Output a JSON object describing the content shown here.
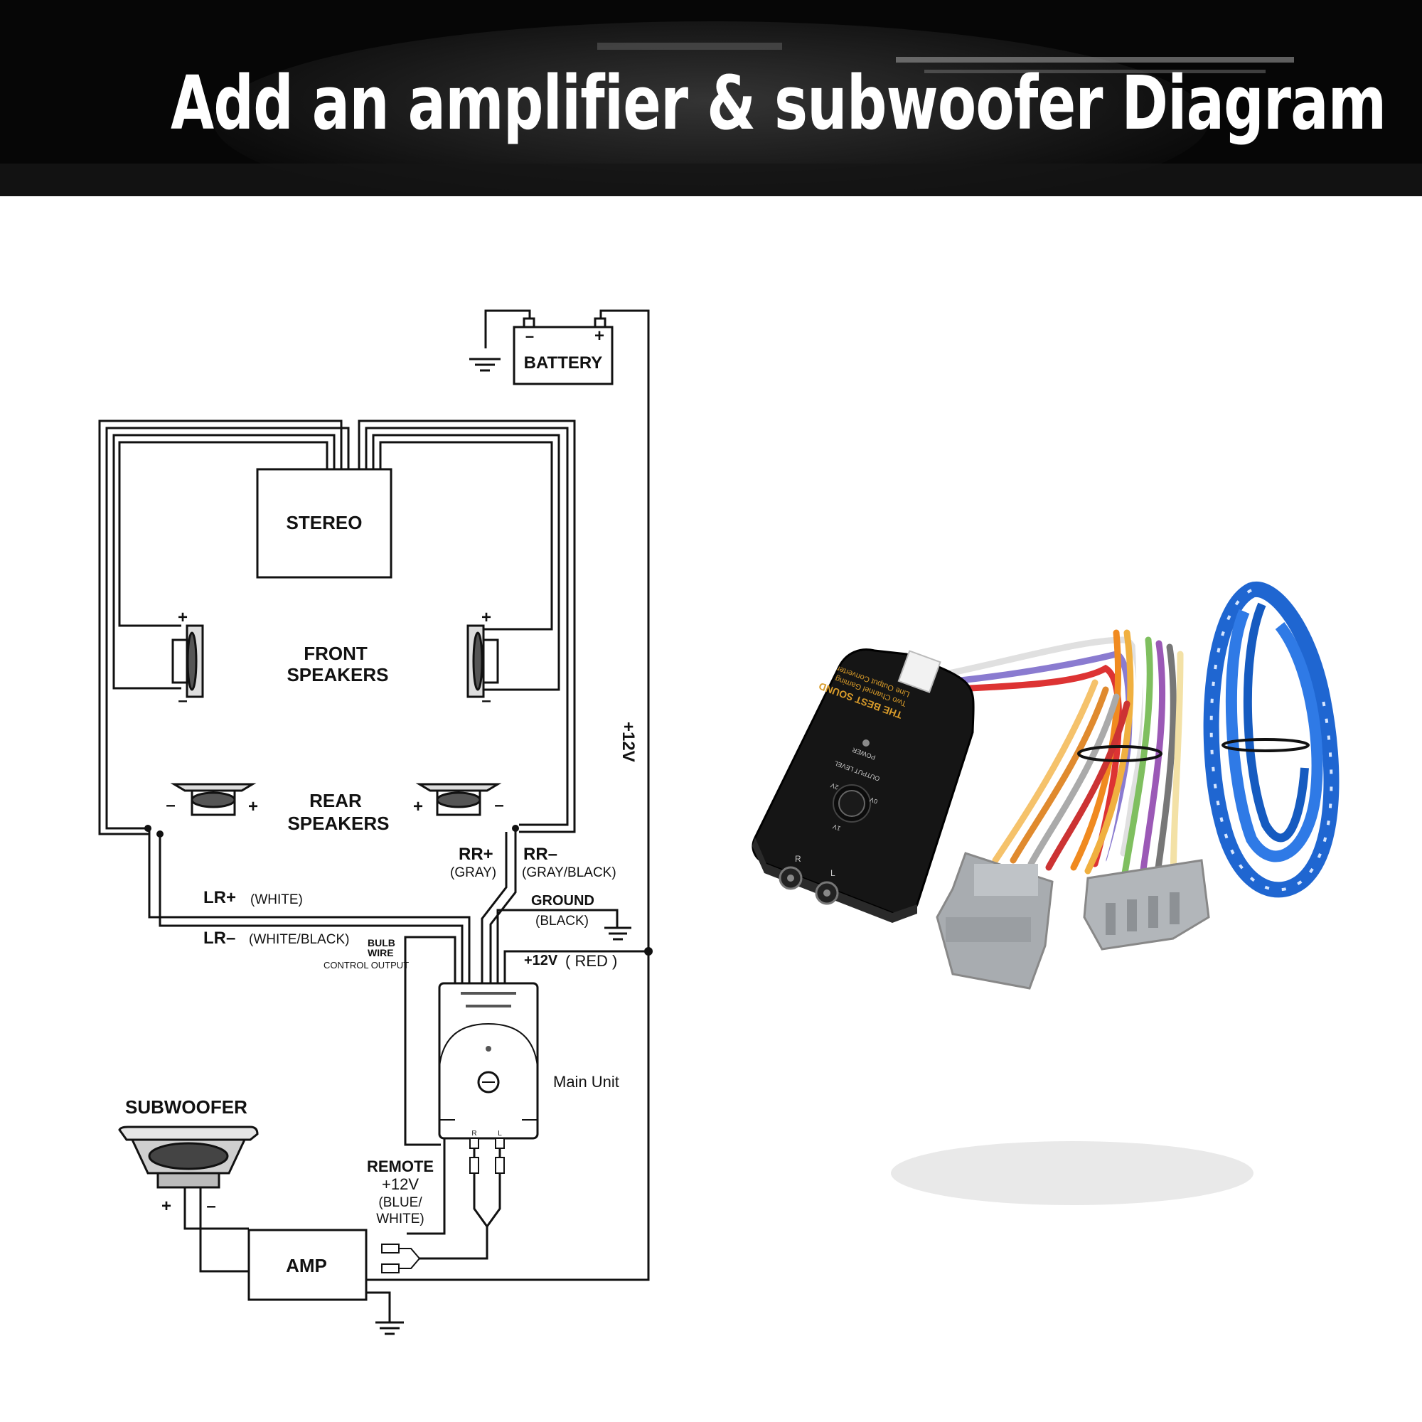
{
  "banner": {
    "title": "Add an amplifier & subwoofer Diagram"
  },
  "diagram": {
    "battery": "BATTERY",
    "battery_minus": "–",
    "battery_plus": "+",
    "stereo": "STEREO",
    "front_speakers": [
      "FRONT",
      "SPEAKERS"
    ],
    "rear_speakers": [
      "REAR",
      "SPEAKERS"
    ],
    "plus12v_vertical": "+12V",
    "rr_plus": "RR+",
    "rr_plus_color": "(GRAY)",
    "rr_minus": "RR–",
    "rr_minus_color": "(GRAY/BLACK)",
    "ground": "GROUND",
    "ground_color": "(BLACK)",
    "lr_plus": "LR+",
    "lr_plus_color": "(WHITE)",
    "lr_minus": "LR–",
    "lr_minus_color": "(WHITE/BLACK)",
    "bulb_wire": [
      "BULB",
      "WIRE"
    ],
    "control_output": "CONTROL OUTPUT",
    "plus12v_red": "+12V",
    "red": "( RED )",
    "main_unit": "Main Unit",
    "subwoofer": "SUBWOOFER",
    "remote": [
      "REMOTE",
      "+12V",
      "(BLUE/",
      "WHITE)"
    ],
    "amp": "AMP",
    "plus": "+",
    "minus": "–",
    "unit_r": "R",
    "unit_l": "L"
  },
  "product": {
    "brand": "THE BEST SOUND",
    "line1": "Two Channel Gaming",
    "line2": "Line Output Converter",
    "power": "POWER",
    "output_level": "OUTPUT LEVEL",
    "lv": "1V",
    "zv": "0V",
    "tv": "2V",
    "r": "R",
    "l": "L"
  },
  "colors": {
    "wire_blue": "#1f66d1",
    "unit_black": "#151515",
    "connector_gray": "#a8acb0"
  }
}
